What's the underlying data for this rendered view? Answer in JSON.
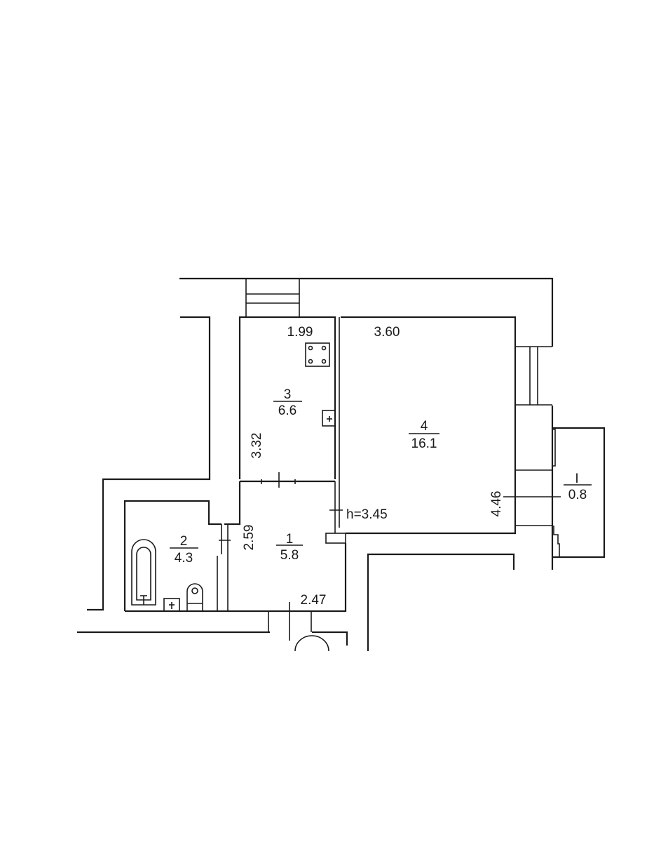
{
  "plan": {
    "stroke_color": "#1a1a1a",
    "background": "#ffffff",
    "rooms": [
      {
        "id": "1",
        "number": "1",
        "area": "5.8"
      },
      {
        "id": "2",
        "number": "2",
        "area": "4.3"
      },
      {
        "id": "3",
        "number": "3",
        "area": "6.6"
      },
      {
        "id": "4",
        "number": "4",
        "area": "16.1"
      },
      {
        "id": "I",
        "number": "I",
        "area": "0.8"
      }
    ],
    "dimensions": {
      "room3_width": "1.99",
      "room4_width": "3.60",
      "room3_length": "3.32",
      "room4_length": "4.46",
      "room1_length": "2.59",
      "room1_width": "2.47",
      "ceiling_height": "h=3.45"
    },
    "fixtures": [
      "stove-icon",
      "sink-icon",
      "bathtub-icon",
      "toilet-icon",
      "washbasin-icon"
    ]
  }
}
